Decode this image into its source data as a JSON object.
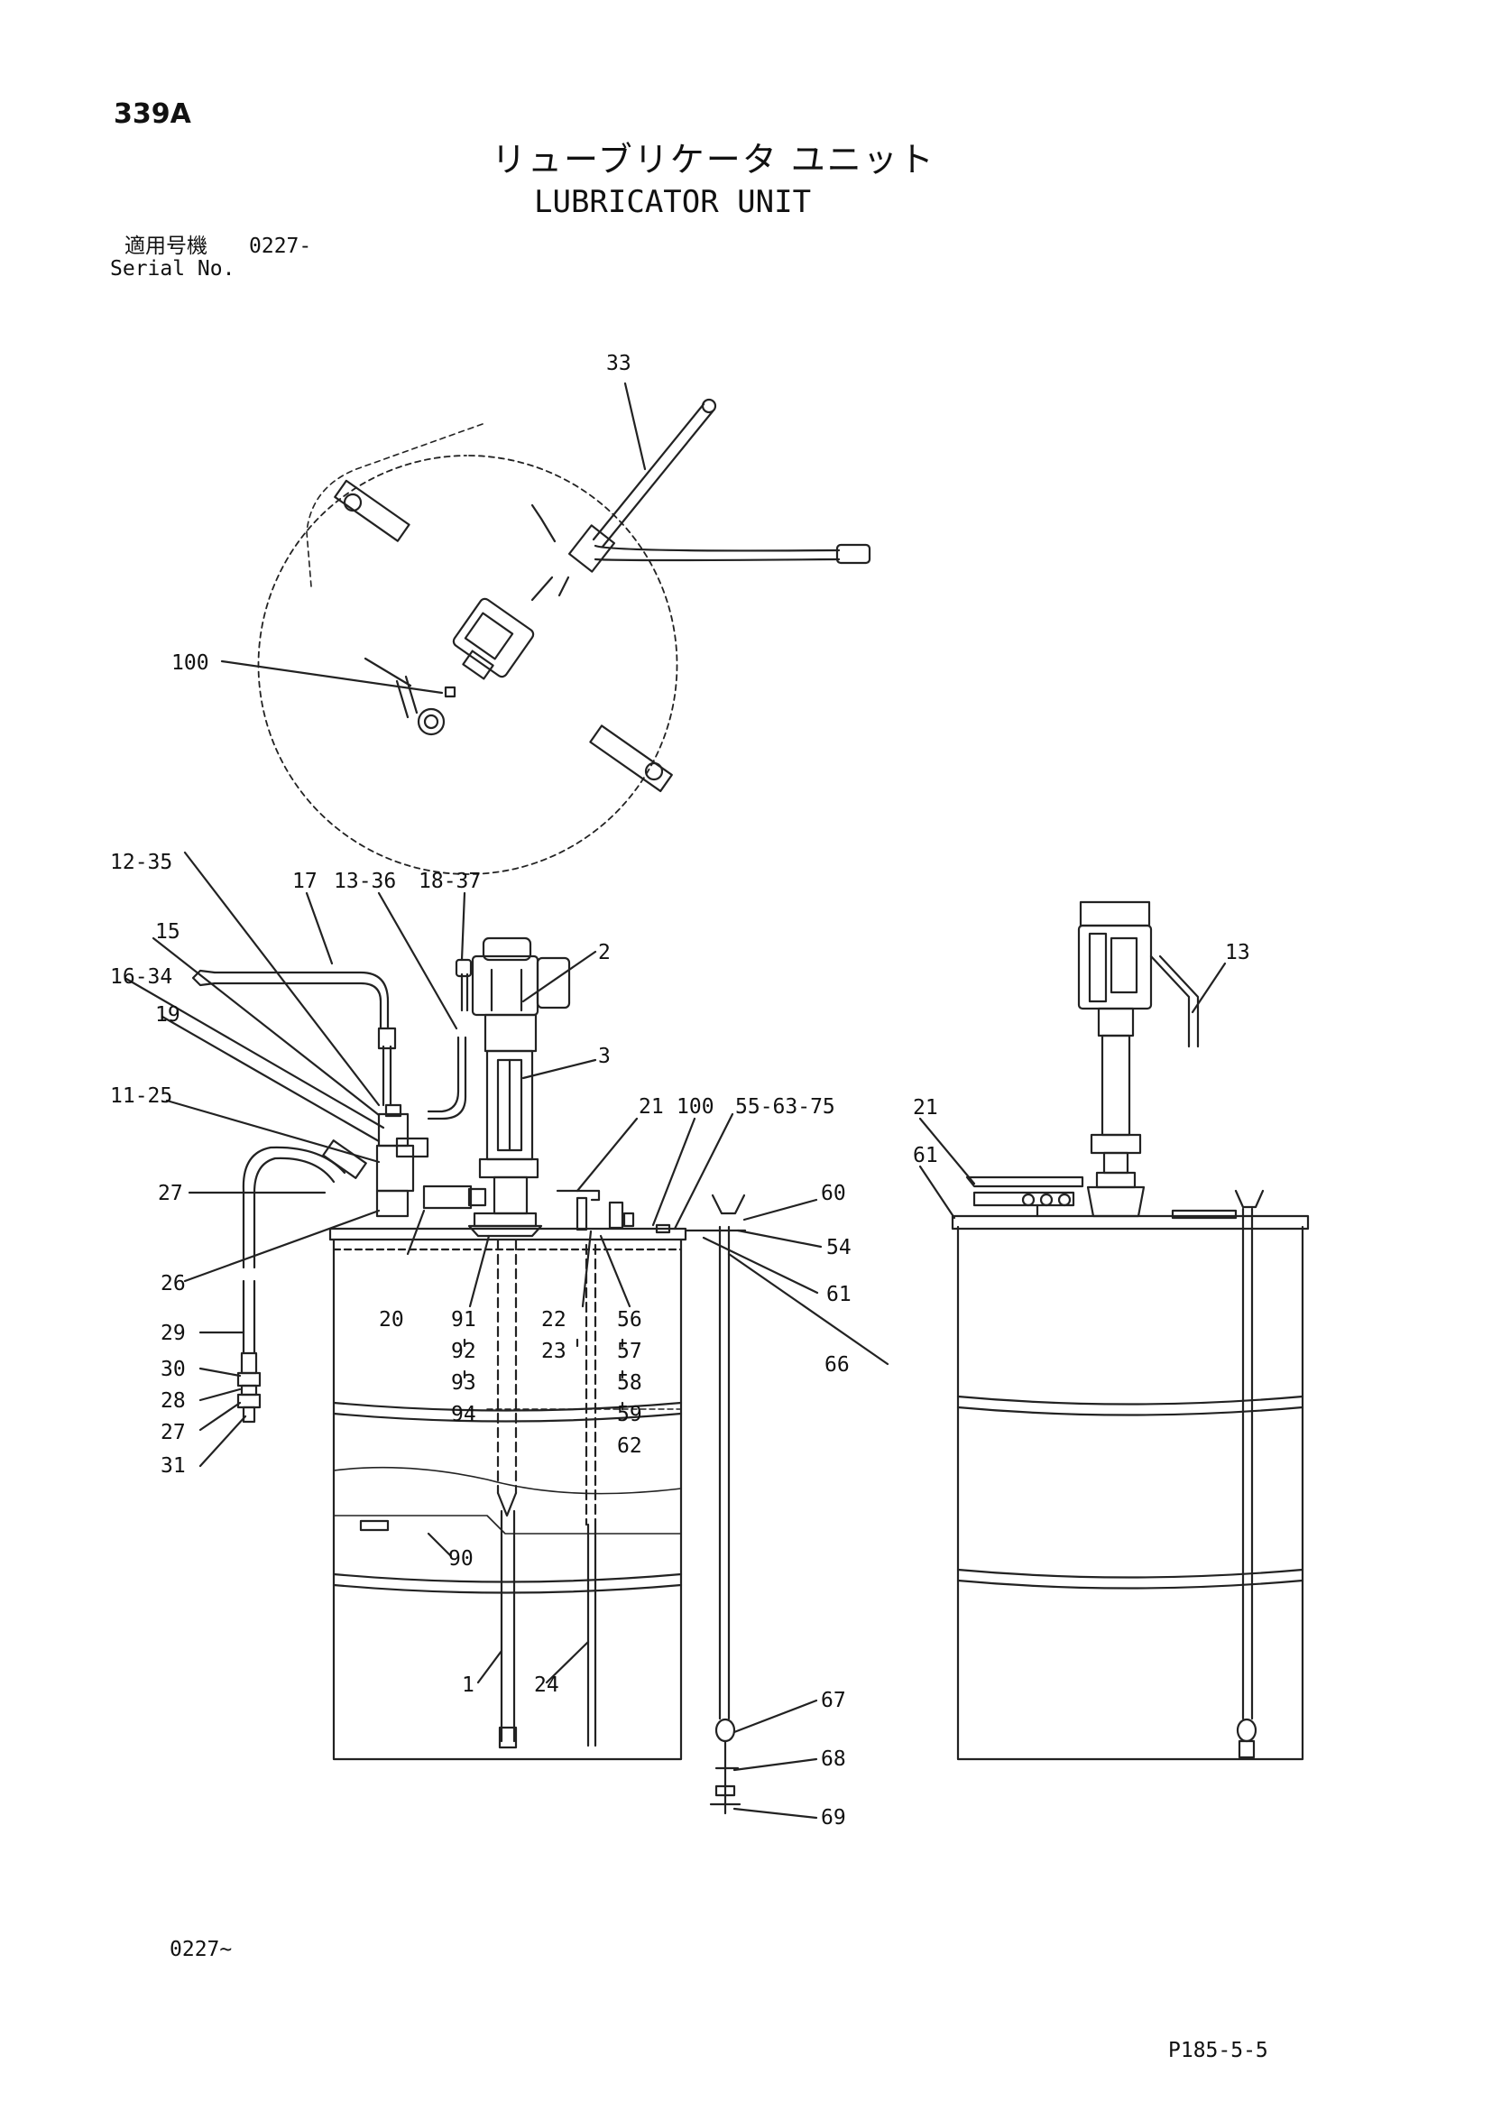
{
  "header": {
    "page_number": "339A",
    "title_ja": "リューブリケータ ユニット",
    "title_en": "LUBRICATOR UNIT",
    "serial_label_ja": "適用号機",
    "serial_value": "0227-",
    "serial_label_en": "Serial No."
  },
  "callouts": {
    "top_view": [
      "33",
      "100"
    ],
    "front_view": [
      "12-35",
      "17",
      "13-36",
      "18-37",
      "2",
      "15",
      "16-34",
      "3",
      "19",
      "11-25",
      "21",
      "100",
      "55-63-75",
      "27",
      "60",
      "54",
      "26",
      "61",
      "20",
      "91",
      "92",
      "93",
      "94",
      "22",
      "23",
      "56",
      "57",
      "58",
      "59",
      "62",
      "66",
      "29",
      "30",
      "28",
      "27",
      "31",
      "90",
      "1",
      "24",
      "67",
      "68",
      "69"
    ],
    "side_view": [
      "13",
      "21",
      "61"
    ]
  },
  "footer": {
    "applicable_note": "0227~",
    "page_code": "P185-5-5"
  }
}
